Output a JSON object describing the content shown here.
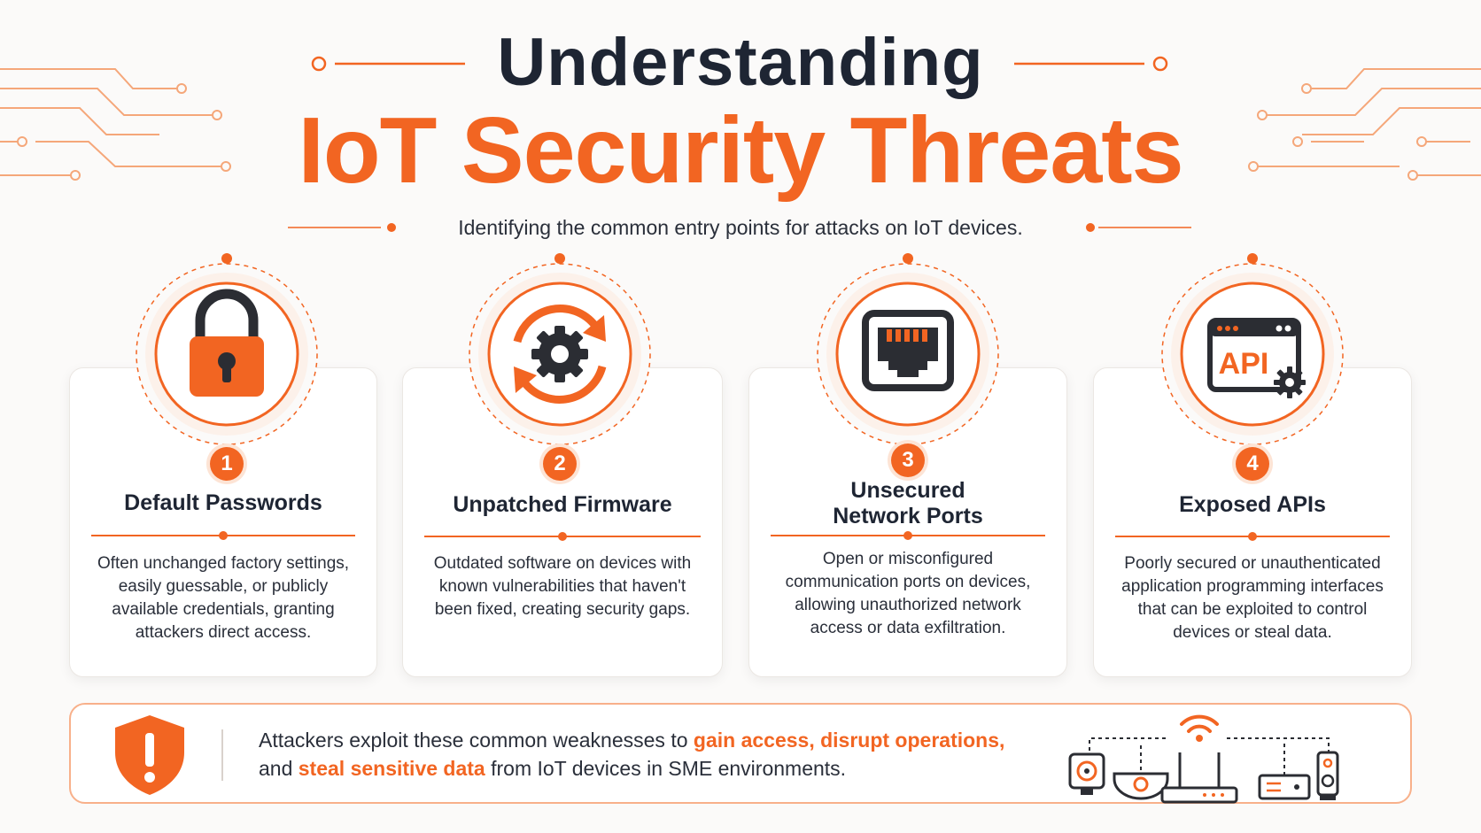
{
  "header": {
    "title_line1": "Understanding",
    "title_line2": "IoT Security Threats",
    "subtitle": "Identifying the common entry points for attacks on IoT devices."
  },
  "colors": {
    "accent": "#f26522",
    "dark": "#1e2533",
    "text": "#2a2f3a"
  },
  "threats": [
    {
      "number": "1",
      "icon": "padlock-icon",
      "title": "Default Passwords",
      "description": "Often unchanged factory settings, easily guessable, or publicly available credentials, granting attackers direct access."
    },
    {
      "number": "2",
      "icon": "gear-refresh-icon",
      "title": "Unpatched Firmware",
      "description": "Outdated software on devices with known vulnerabilities that haven't been fixed, creating security gaps."
    },
    {
      "number": "3",
      "icon": "network-port-icon",
      "title_line1": "Unsecured",
      "title_line2": "Network Ports",
      "description": "Open or misconfigured communication ports on devices, allowing unauthorized network access or data exfiltration."
    },
    {
      "number": "4",
      "icon": "api-window-icon",
      "title": "Exposed APIs",
      "icon_text": "API",
      "description": "Poorly secured or unauthenticated application programming interfaces that can be exploited to control devices or steal data."
    }
  ],
  "footer": {
    "icon": "shield-alert-icon",
    "text_part1": "Attackers exploit these common weaknesses to ",
    "highlight1": "gain access, disrupt operations,",
    "text_part2": "and ",
    "highlight2": "steal sensitive data",
    "text_part3": " from IoT devices in SME environments.",
    "devices_icon": "iot-devices-icon"
  }
}
